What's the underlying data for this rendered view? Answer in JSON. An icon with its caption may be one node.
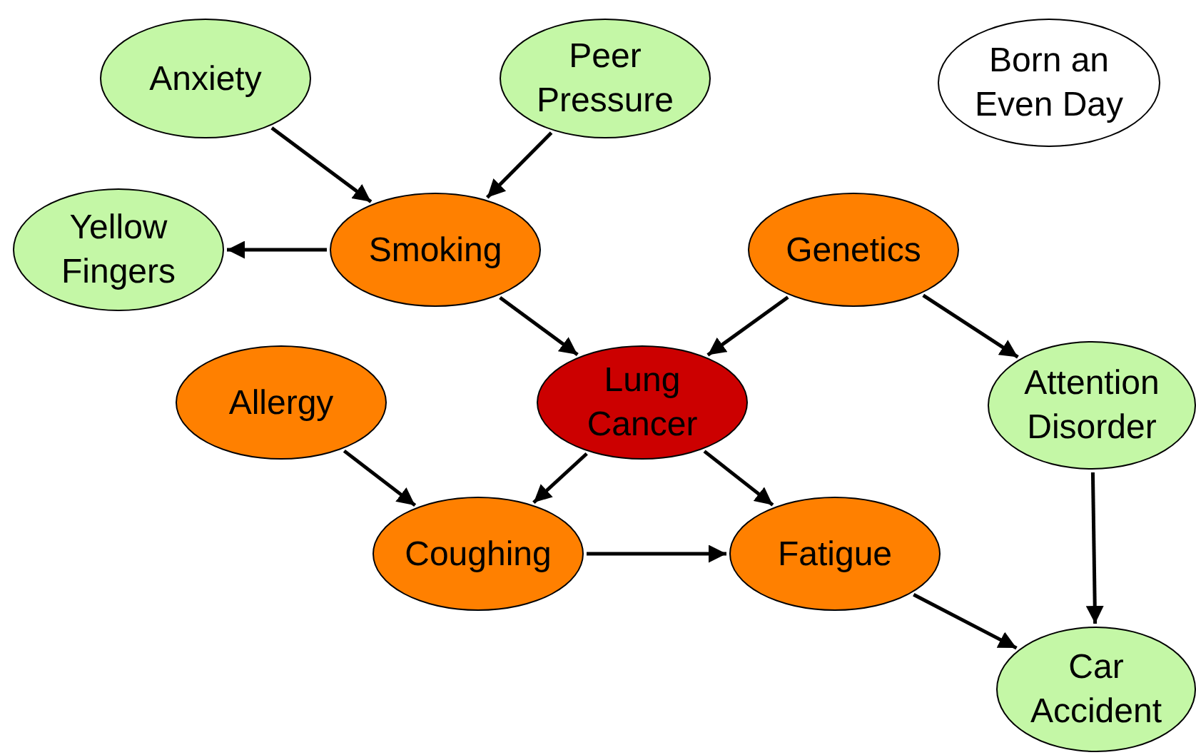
{
  "diagram": {
    "nodes": [
      {
        "text": [
          "Anxiety"
        ]
      },
      {
        "text": [
          "Peer Pressure"
        ]
      },
      {
        "text": [
          "Born an Even Day"
        ]
      },
      {
        "text": [
          "Yellow Fingers"
        ]
      },
      {
        "text": [
          "Smoking"
        ]
      },
      {
        "text": [
          "Genetics"
        ]
      },
      {
        "text": [
          "Allergy"
        ]
      },
      {
        "text": [
          "Lung Cancer"
        ]
      },
      {
        "text": [
          "Attention Disorder"
        ]
      },
      {
        "text": [
          "Coughing"
        ]
      },
      {
        "text": [
          "Fatigue"
        ]
      },
      {
        "text": [
          "Car Accident"
        ]
      }
    ],
    "edges": [
      {
        "from": 0,
        "to": 4,
        "arrow": "to"
      },
      {
        "from": 1,
        "to": 4,
        "arrow": "to"
      },
      {
        "from": 4,
        "to": 3,
        "arrow": "to"
      },
      {
        "from": 4,
        "to": 7,
        "arrow": "to"
      },
      {
        "from": 5,
        "to": 7,
        "arrow": "to"
      },
      {
        "from": 5,
        "to": 8,
        "arrow": "to"
      },
      {
        "from": 6,
        "to": 9,
        "arrow": "to"
      },
      {
        "from": 7,
        "to": 9,
        "arrow": "to"
      },
      {
        "from": 7,
        "to": 10,
        "arrow": "to"
      },
      {
        "from": 9,
        "to": 10,
        "arrow": "to"
      },
      {
        "from": 10,
        "to": 11,
        "arrow": "to"
      },
      {
        "from": 8,
        "to": 11,
        "arrow": "to"
      }
    ]
  }
}
